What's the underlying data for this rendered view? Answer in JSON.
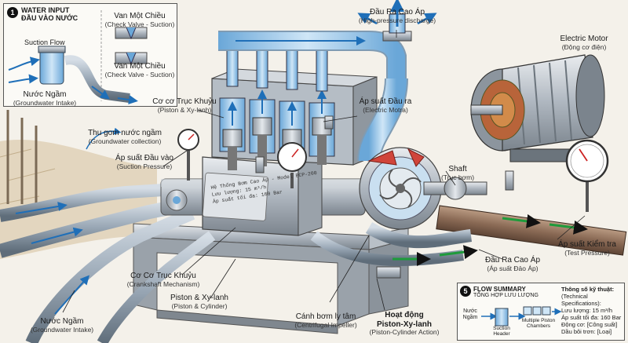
{
  "inset": {
    "badge": "1",
    "title_en": "WATER INPUT",
    "title_vi": "ĐẦU VÀO NƯỚC",
    "suction_flow": "Suction Flow",
    "check_valve_top_vi": "Van Một Chiều",
    "check_valve_top_en": "(Check Valve - Suction)",
    "check_valve_bottom_vi": "Van Một Chiều",
    "check_valve_bottom_en": "(Check Valve - Suction)",
    "groundwater_vi": "Nước Ngầm",
    "groundwater_en": "(Groundwater Intake)"
  },
  "labels": {
    "discharge_vi": "Đầu Ra Cao Áp",
    "discharge_en": "(High-pressure discharge)",
    "motor_en": "Electric Motor",
    "motor_vi": "(Động cơ điện)",
    "crankshaft_top_vi": "Cơ cơ Trục Khuỷu",
    "crankshaft_top_en": "(Piston & Xy-lanh)",
    "outlet_pressure_vi": "Áp suất Đầu ra",
    "outlet_pressure_en": "(Electric Motra)",
    "collection_vi": "Thu gom nước ngầm",
    "collection_en": "(Groundwater collection)",
    "suction_pressure_vi": "Áp suất Đầu vào",
    "suction_pressure_en": "(Suction Pressure)",
    "shaft_en": "Shaft",
    "shaft_vi": "(Trục bơm)",
    "discharge2_vi": "Đầu Ra Cao Áp",
    "discharge2_en": "(Áp suất Đảo Áp)",
    "test_pressure_vi": "Áp suất Kiểm tra",
    "test_pressure_en": "(Test Pressure)",
    "crank_mech_vi": "Cơ Cơ Trục Khuỷu",
    "crank_mech_en": "(Crankshaft Mechanism)",
    "piston_vi": "Piston & Xy-lanh",
    "piston_en": "(Piston & Cylinder)",
    "groundwater2_vi": "Nước Ngầm",
    "groundwater2_en": "(Groundwater Intake)",
    "impeller_vi": "Cánh bơm ly tâm",
    "impeller_en": "(Centrifugal Impeller)",
    "action_vi_1": "Hoạt động",
    "action_vi_2": "Piston-Xy-lanh",
    "action_en": "(Piston-Cylinder Action)"
  },
  "nameplate": {
    "line1": "Hệ Thống Bơm Cao Áp - Model BCP-200",
    "line2": "Lưu lượng: 15 m³/h",
    "line3": "Áp suất tối đa: 160 Bar"
  },
  "summary": {
    "badge": "5",
    "title_en": "FLOW SUMMARY",
    "title_vi": "TỔNG HỢP LƯU LƯỢNG",
    "src_1": "Nước",
    "src_2": "Ngầm",
    "header_1": "Suction",
    "header_2": "Header",
    "chambers_1": "Multiple Piston",
    "chambers_2": "Chambers",
    "spec_title_vi": "Thông số kỹ thuật:",
    "spec_title_en": "(Technical Specifications):",
    "spec_flow": "Lưu lượng: 15 m³/h",
    "spec_pressure": "Áp suất tối đa: 160 Bar",
    "spec_motor": "Động cơ: [Công suất]",
    "spec_oil": "Dầu bôi trơn: [Loại]"
  }
}
